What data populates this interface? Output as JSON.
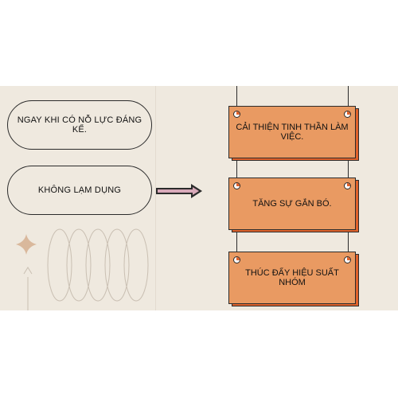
{
  "left_panel": {
    "pills": [
      {
        "text": "NGAY KHI CÓ NỖ LỰC ĐÁNG KỂ."
      },
      {
        "text": "KHÔNG LẠM DỤNG"
      }
    ]
  },
  "right_panel": {
    "signs": [
      {
        "text": "CẢI THIỆN TINH THẦN LÀM VIỆC."
      },
      {
        "text": "TĂNG SỰ GẮN BÓ."
      },
      {
        "text": "THÚC ĐẨY HIỆU SUẤT NHÓM"
      }
    ]
  },
  "colors": {
    "background": "#efe9df",
    "sign_fill": "#e99a62",
    "sign_shadow": "#e0622b",
    "outline": "#2b2b2b",
    "star": "#d9b89c",
    "spiral": "#c9bfb2"
  },
  "icons": [
    "sparkle-star-icon",
    "spiral-doodle-icon",
    "right-arrow-icon",
    "pin-icon"
  ]
}
